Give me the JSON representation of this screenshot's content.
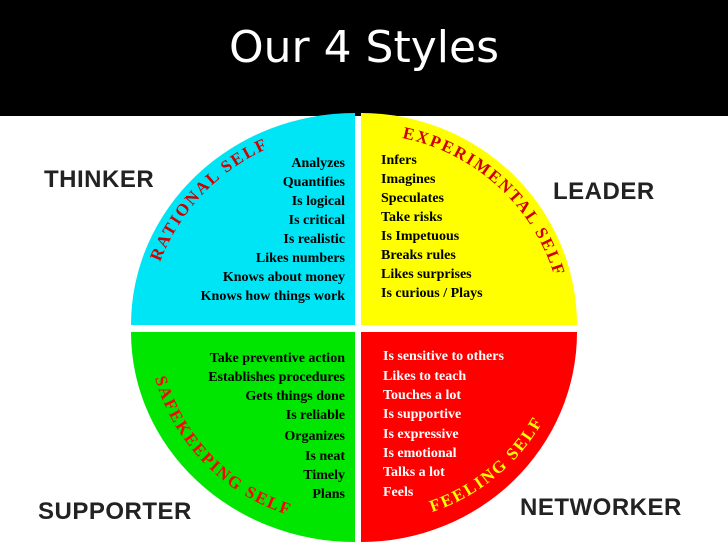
{
  "title": "Our 4 Styles",
  "colors": {
    "title_bar": "#000000",
    "thinker": "#00e5f5",
    "leader": "#ffff00",
    "supporter": "#00e600",
    "networker": "#ff0000"
  },
  "corners": {
    "thinker": "THINKER",
    "leader": "LEADER",
    "supporter": "SUPPORTER",
    "networker": "NETWORKER"
  },
  "quadrants": {
    "rational": {
      "arc_label": "RATIONAL SELF",
      "items": [
        "Analyzes",
        "Quantifies",
        "Is  logical",
        "Is critical",
        "Is realistic",
        "Likes numbers",
        "Knows about money",
        "Knows how things work"
      ]
    },
    "experimental": {
      "arc_label": "EXPERIMENTAL SELF",
      "items": [
        "Infers",
        "Imagines",
        "Speculates",
        "Take risks",
        "Is Impetuous",
        "Breaks rules",
        "Likes surprises",
        "Is curious / Plays"
      ]
    },
    "safekeeping": {
      "arc_label": "SAFEKEEPING SELF",
      "items": [
        "Take preventive action",
        "Establishes procedures",
        "Gets things done",
        "Is reliable",
        "Organizes",
        "Is neat",
        "Timely",
        "Plans"
      ]
    },
    "feeling": {
      "arc_label": "FEELING SELF",
      "items": [
        "Is sensitive to others",
        "Likes to teach",
        "Touches a lot",
        "Is supportive",
        "Is expressive",
        "Is emotional",
        "Talks a lot",
        "Feels"
      ]
    }
  }
}
